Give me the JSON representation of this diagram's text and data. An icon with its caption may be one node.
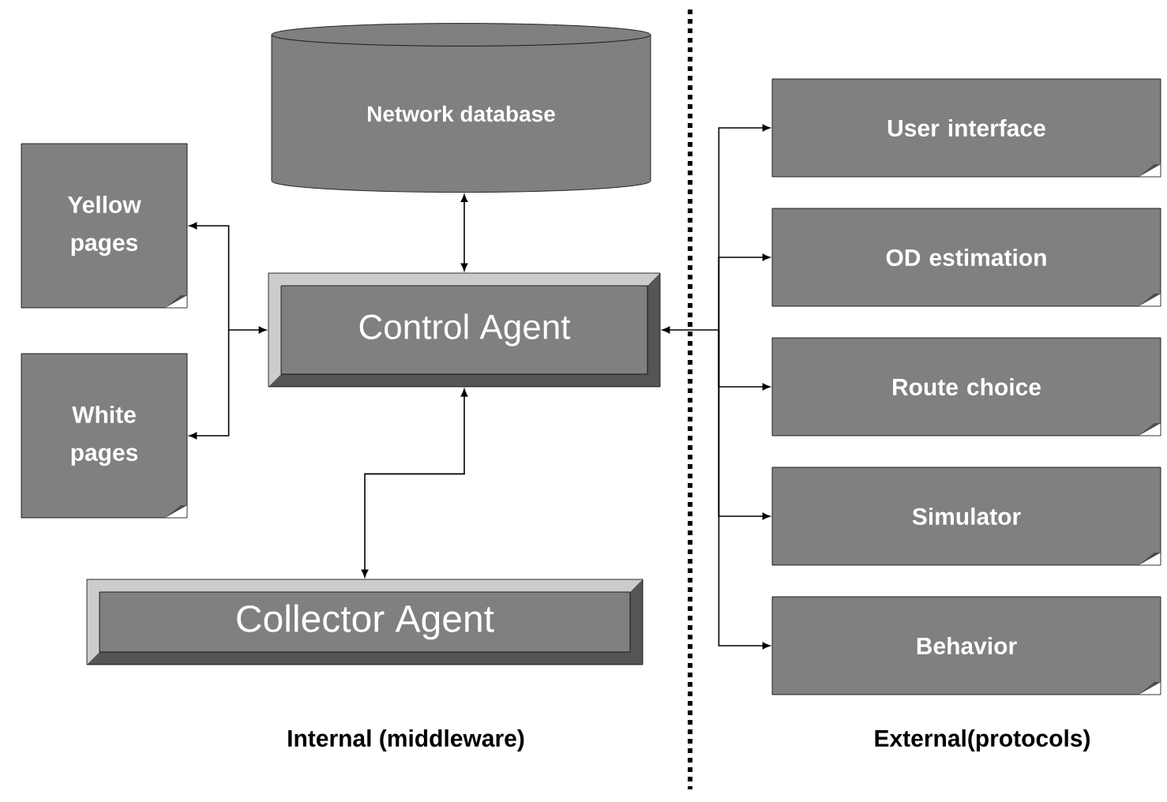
{
  "diagram": {
    "nodes": [
      {
        "text": [
          "Network database"
        ]
      },
      {
        "text": [
          "Yellow pages"
        ]
      },
      {
        "text": [
          "White pages"
        ]
      },
      {
        "text": [
          "Control Agent"
        ]
      },
      {
        "text": [
          "Collector Agent"
        ]
      },
      {
        "text": [
          "User interface"
        ]
      },
      {
        "text": [
          "OD estimation"
        ]
      },
      {
        "text": [
          "Route choice"
        ]
      },
      {
        "text": [
          "Simulator"
        ]
      },
      {
        "text": [
          "Behavior"
        ]
      }
    ],
    "edges": [
      {
        "from": 0,
        "to": 3,
        "arrow": "both"
      },
      {
        "from": 3,
        "to": 1,
        "arrow": "both"
      },
      {
        "from": 3,
        "to": 2,
        "arrow": "both"
      },
      {
        "from": 3,
        "to": 4,
        "arrow": "both"
      },
      {
        "from": 3,
        "to": 5,
        "arrow": "both"
      },
      {
        "from": 3,
        "to": 6,
        "arrow": "both"
      },
      {
        "from": 3,
        "to": 7,
        "arrow": "both"
      },
      {
        "from": 3,
        "to": 8,
        "arrow": "both"
      },
      {
        "from": 3,
        "to": 9,
        "arrow": "both"
      }
    ],
    "labels": [
      "Internal (middleware)",
      "External(protocols)"
    ]
  }
}
